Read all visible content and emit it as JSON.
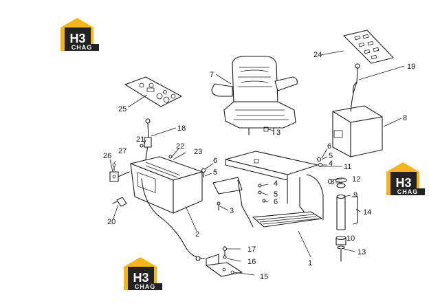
{
  "logo": {
    "mark": "H3",
    "brand": "CHAG",
    "accent": "#f2b51c",
    "dark": "#222222"
  },
  "part_labels": {
    "p1": "1",
    "p2": "2",
    "p3a": "3",
    "p3b": "3",
    "p3c": "3",
    "p4a": "4",
    "p4b": "4",
    "p5a": "5",
    "p5b": "5",
    "p5c": "5",
    "p6a": "6",
    "p6b": "6",
    "p6c": "6",
    "p7": "7",
    "p8": "8",
    "p9": "9",
    "p10": "10",
    "p11": "11",
    "p12": "12",
    "p13": "13",
    "p14": "14",
    "p15": "15",
    "p16": "16",
    "p17": "17",
    "p18": "18",
    "p19": "19",
    "p20": "20",
    "p21": "21",
    "p22": "22",
    "p23": "23",
    "p24": "24",
    "p25": "25",
    "p26": "26",
    "p27": "27"
  }
}
